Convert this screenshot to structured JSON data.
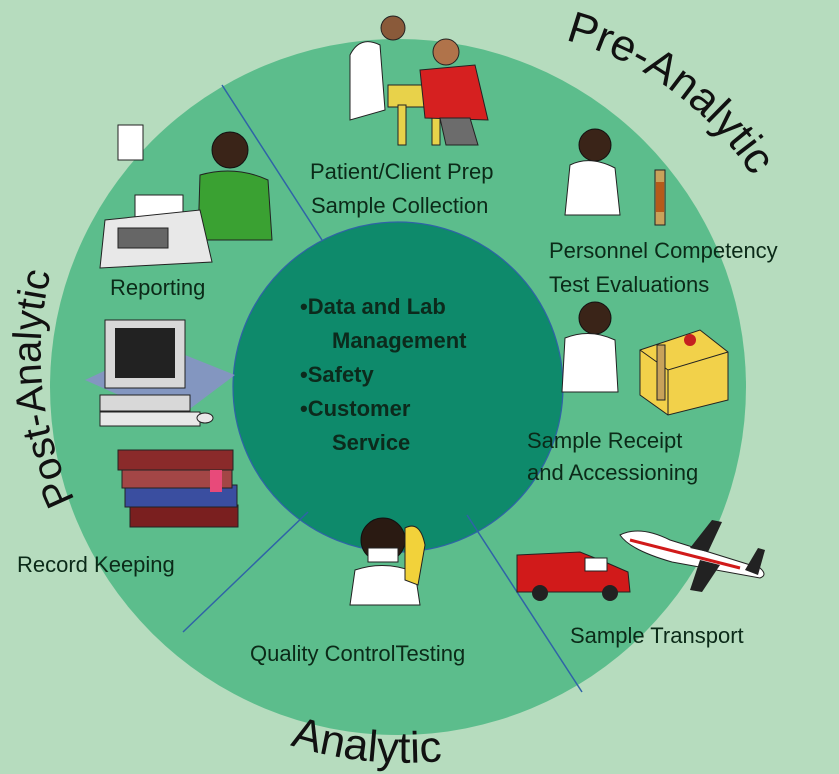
{
  "colors": {
    "background": "#b6dcbe",
    "ring": "#5cbd8c",
    "center": "#0e8a6b",
    "divider": "#2f63a7"
  },
  "phases": {
    "pre": "Pre-Analytic",
    "analytic": "Analytic",
    "post": "Post-Analytic"
  },
  "center_items": [
    "•Data and Lab",
    "Management",
    "•Safety",
    "•Customer",
    "Service"
  ],
  "steps": {
    "patient_prep": "Patient/Client Prep",
    "sample_collection": "Sample Collection",
    "personnel_competency": "Personnel Competency",
    "test_evaluations": "Test Evaluations",
    "sample_receipt": "Sample Receipt",
    "accessioning": "and Accessioning",
    "sample_transport": "Sample Transport",
    "quality_control": "Quality ControlTesting",
    "record_keeping": "Record Keeping",
    "reporting": "Reporting"
  },
  "icons": {
    "patient": "blood-draw-clipart-icon",
    "technician": "lab-technician-clipart-icon",
    "receipt": "sample-box-clipart-icon",
    "van": "van-clipart-icon",
    "plane": "airplane-clipart-icon",
    "qc": "qc-technician-clipart-icon",
    "books": "books-clipart-icon",
    "computer": "computer-clipart-icon",
    "fax": "fax-phone-clipart-icon"
  }
}
